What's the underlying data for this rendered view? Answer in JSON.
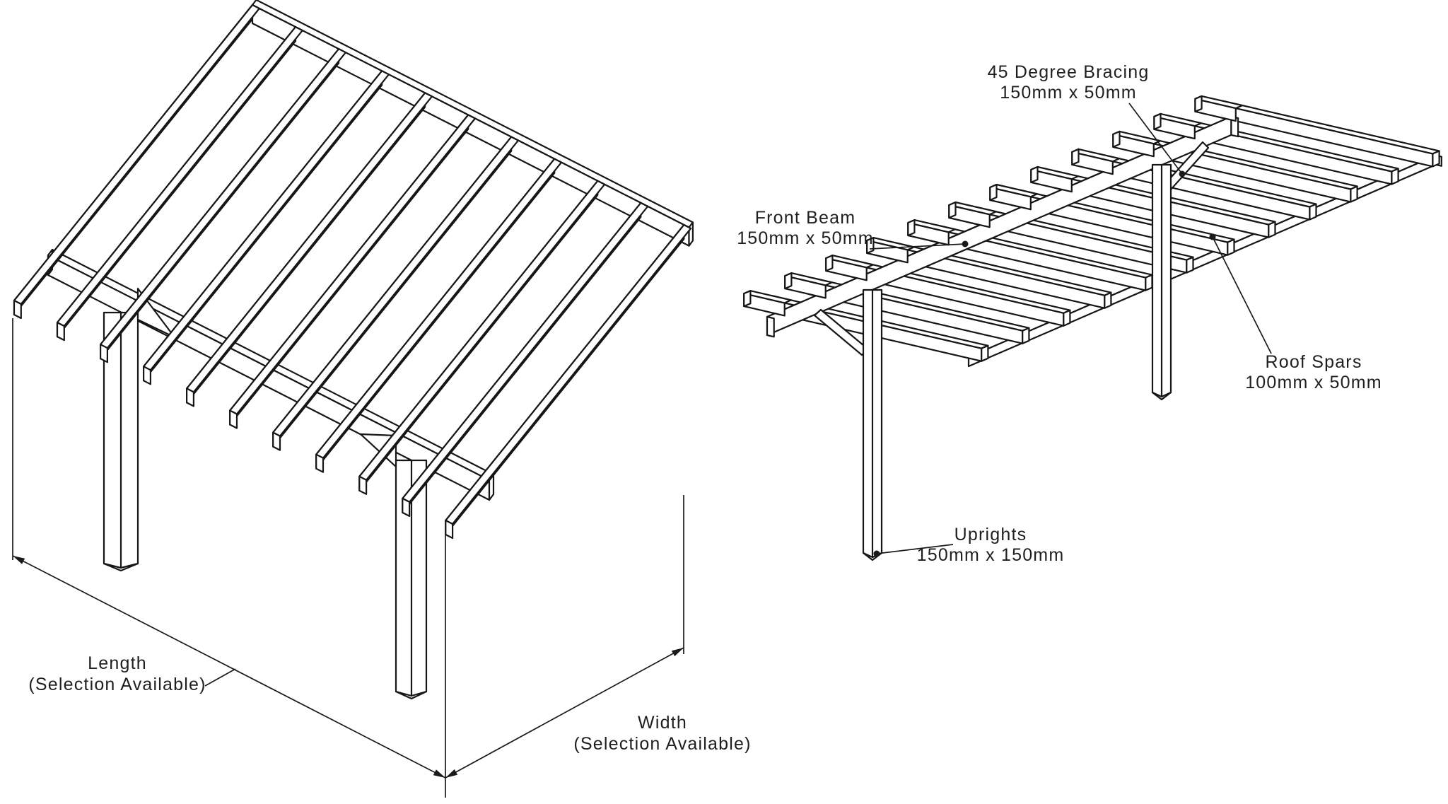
{
  "page": {
    "background": "#ffffff",
    "line_color": "#161616",
    "text_color": "#1f1f1f"
  },
  "left_diagram": {
    "title": "pergola-isometric-overview",
    "length_label": {
      "line1": "Length",
      "line2": "(Selection Available)"
    },
    "width_label": {
      "line1": "Width",
      "line2": "(Selection Available)"
    }
  },
  "right_diagram": {
    "title": "pergola-parts-callouts",
    "callouts": [
      {
        "id": "bracing",
        "line1": "45 Degree Bracing",
        "line2": "150mm x 50mm"
      },
      {
        "id": "front_beam",
        "line1": "Front Beam",
        "line2": "150mm x 50mm"
      },
      {
        "id": "roof_spars",
        "line1": "Roof Spars",
        "line2": "100mm x 50mm"
      },
      {
        "id": "uprights",
        "line1": "Uprights",
        "line2": "150mm x 150mm"
      }
    ]
  }
}
